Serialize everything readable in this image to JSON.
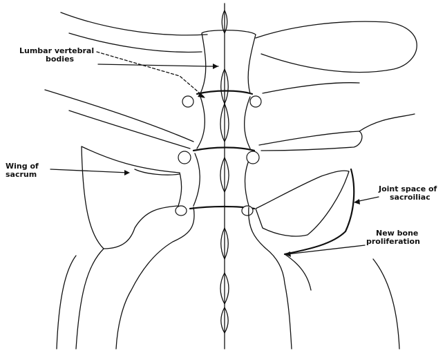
{
  "labels": {
    "lumbar_vertebral_bodies": [
      "Lumbar vertebral",
      "bodies"
    ],
    "wing_of_sacrum": [
      "Wing of",
      "sacrum"
    ],
    "joint_space_of_sacroiliac": [
      "Joint space of",
      "sacroiliac"
    ],
    "new_bone_proliferation": [
      "New bone",
      "proliferation"
    ]
  }
}
